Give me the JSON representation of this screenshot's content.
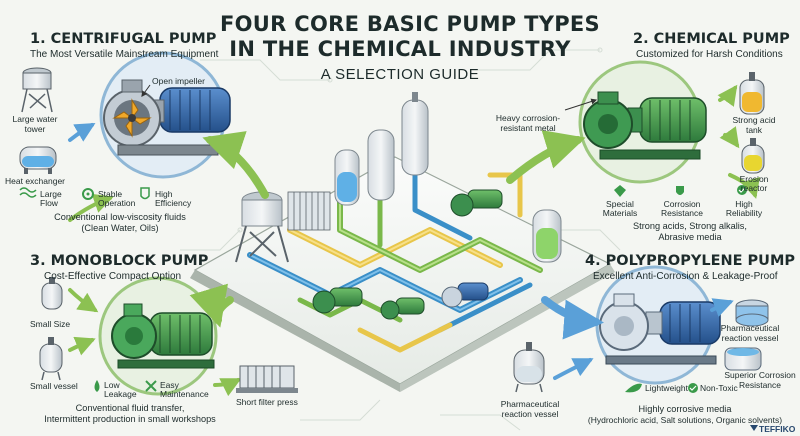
{
  "header": {
    "title_line1": "FOUR CORE BASIC PUMP TYPES",
    "title_line2": "IN THE CHEMICAL INDUSTRY",
    "subtitle": "A SELECTION GUIDE"
  },
  "sections": {
    "centrifugal": {
      "title": "1. CENTRIFUGAL PUMP",
      "subtitle": "The Most Versatile Mainstream Equipment",
      "callout": "Open impeller",
      "items": {
        "tower_line1": "Large water",
        "tower_line2": "tower",
        "exchanger": "Heat exchanger"
      },
      "features": [
        {
          "line1": "Large",
          "line2": "Flow",
          "icon": "flow-icon"
        },
        {
          "line1": "Stable",
          "line2": "Operation",
          "icon": "gear-icon"
        },
        {
          "line1": "High",
          "line2": "Efficiency",
          "icon": "efficiency-icon"
        }
      ],
      "desc_line1": "Conventional low-viscosity fluids",
      "desc_line2": "(Clean Water, Oils)"
    },
    "chemical": {
      "title": "2. CHEMICAL PUMP",
      "subtitle": "Customized for Harsh Conditions",
      "callout_line1": "Heavy corrosion-",
      "callout_line2": "resistant metal",
      "items": {
        "acid_line1": "Strong acid",
        "acid_line2": "tank",
        "reactor_line1": "Erosion",
        "reactor_line2": "reactor"
      },
      "features": [
        {
          "line1": "Special",
          "line2": "Materials",
          "icon": "diamond-icon"
        },
        {
          "line1": "Corrosion",
          "line2": "Resistance",
          "icon": "shield-icon"
        },
        {
          "line1": "High",
          "line2": "Reliability",
          "icon": "badge-icon"
        }
      ],
      "desc_line1": "Strong acids, Strong alkalis,",
      "desc_line2": "Abrasive media"
    },
    "monoblock": {
      "title": "3. MONOBLOCK PUMP",
      "subtitle": "Cost-Effective Compact Option",
      "items": {
        "small_size": "Small Size",
        "small_vessel": "Small vessel",
        "filter": "Short filter press"
      },
      "features": [
        {
          "line1": "Low",
          "line2": "Leakage",
          "icon": "drop-icon"
        },
        {
          "line1": "Easy",
          "line2": "Maintenance",
          "icon": "tools-icon"
        }
      ],
      "desc_line1": "Conventional fluid transfer,",
      "desc_line2": "Intermittent production in small workshops"
    },
    "polypropylene": {
      "title": "4. POLYPROPYLENE PUMP",
      "subtitle": "Excellent Anti-Corrosion & Leakage-Proof",
      "items": {
        "pharma_right_line1": "Pharmaceutical",
        "pharma_right_line2": "reaction vessel",
        "pharma_left_line1": "Pharmaceutical",
        "pharma_left_line2": "reaction vessel"
      },
      "features": [
        {
          "line1": "Lightweight",
          "icon": "leaf-icon"
        },
        {
          "line1": "Non-Toxic",
          "icon": "check-icon"
        },
        {
          "line1": "Superior Corrosion",
          "line2": "Resistance",
          "icon": "shield-icon"
        }
      ],
      "desc_line1": "Highly corrosive media",
      "desc_line2": "(Hydrochloric acid, Salt solutions, Organic solvents)"
    }
  },
  "brand": "TEFFIKO",
  "colors": {
    "text": "#1d2b2b",
    "accent_green": "#4a9a3e",
    "pump_green": "#2f7d4a",
    "motor_blue": "#2f5f9e",
    "pipe_blue": "#3a8fc8",
    "pipe_yellow": "#e8c64a",
    "pipe_green": "#7ab84a",
    "arrow_green": "#8cc152",
    "arrow_blue": "#5aa0d8",
    "circle_fill": "#e3edf5"
  }
}
